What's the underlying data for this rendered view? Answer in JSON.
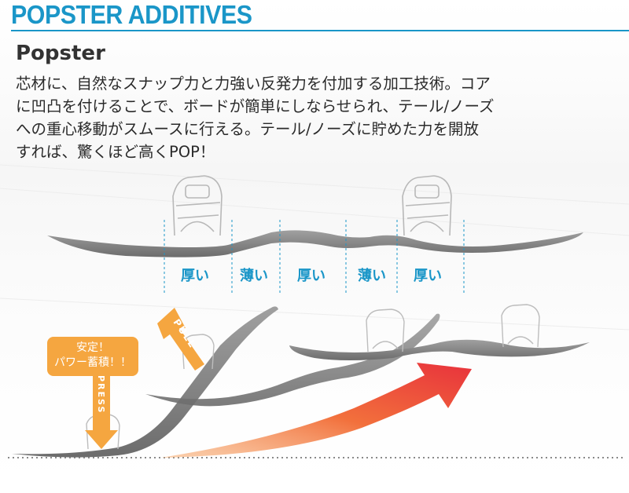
{
  "header": {
    "title": "POPSTER ADDITIVES"
  },
  "subtitle": "Popster",
  "description": {
    "lines": [
      "芯材に、自然なスナップ力と力強い反発力を付加する加工技術。コア",
      "に凹凸を付けることで、ボードが簡単にしならせられ、テール/ノーズ",
      "への重心移動がスムースに行える。テール/ノーズに貯めた力を開放",
      "すれば、驚くほど高くPOP！"
    ]
  },
  "zones": [
    {
      "label": "厚い"
    },
    {
      "label": "薄い"
    },
    {
      "label": "厚い"
    },
    {
      "label": "薄い"
    },
    {
      "label": "厚い"
    }
  ],
  "callout": {
    "line1": "安定！",
    "line2": "パワー蓄積！！"
  },
  "arrows": {
    "pull": "PULL",
    "press": "PRESS"
  },
  "colors": {
    "accent": "#1a96c8",
    "callout": "#f5a640",
    "board": "#8a8a8a",
    "pop_arrow_start": "#f58a3c",
    "pop_arrow_end": "#e8323c"
  }
}
